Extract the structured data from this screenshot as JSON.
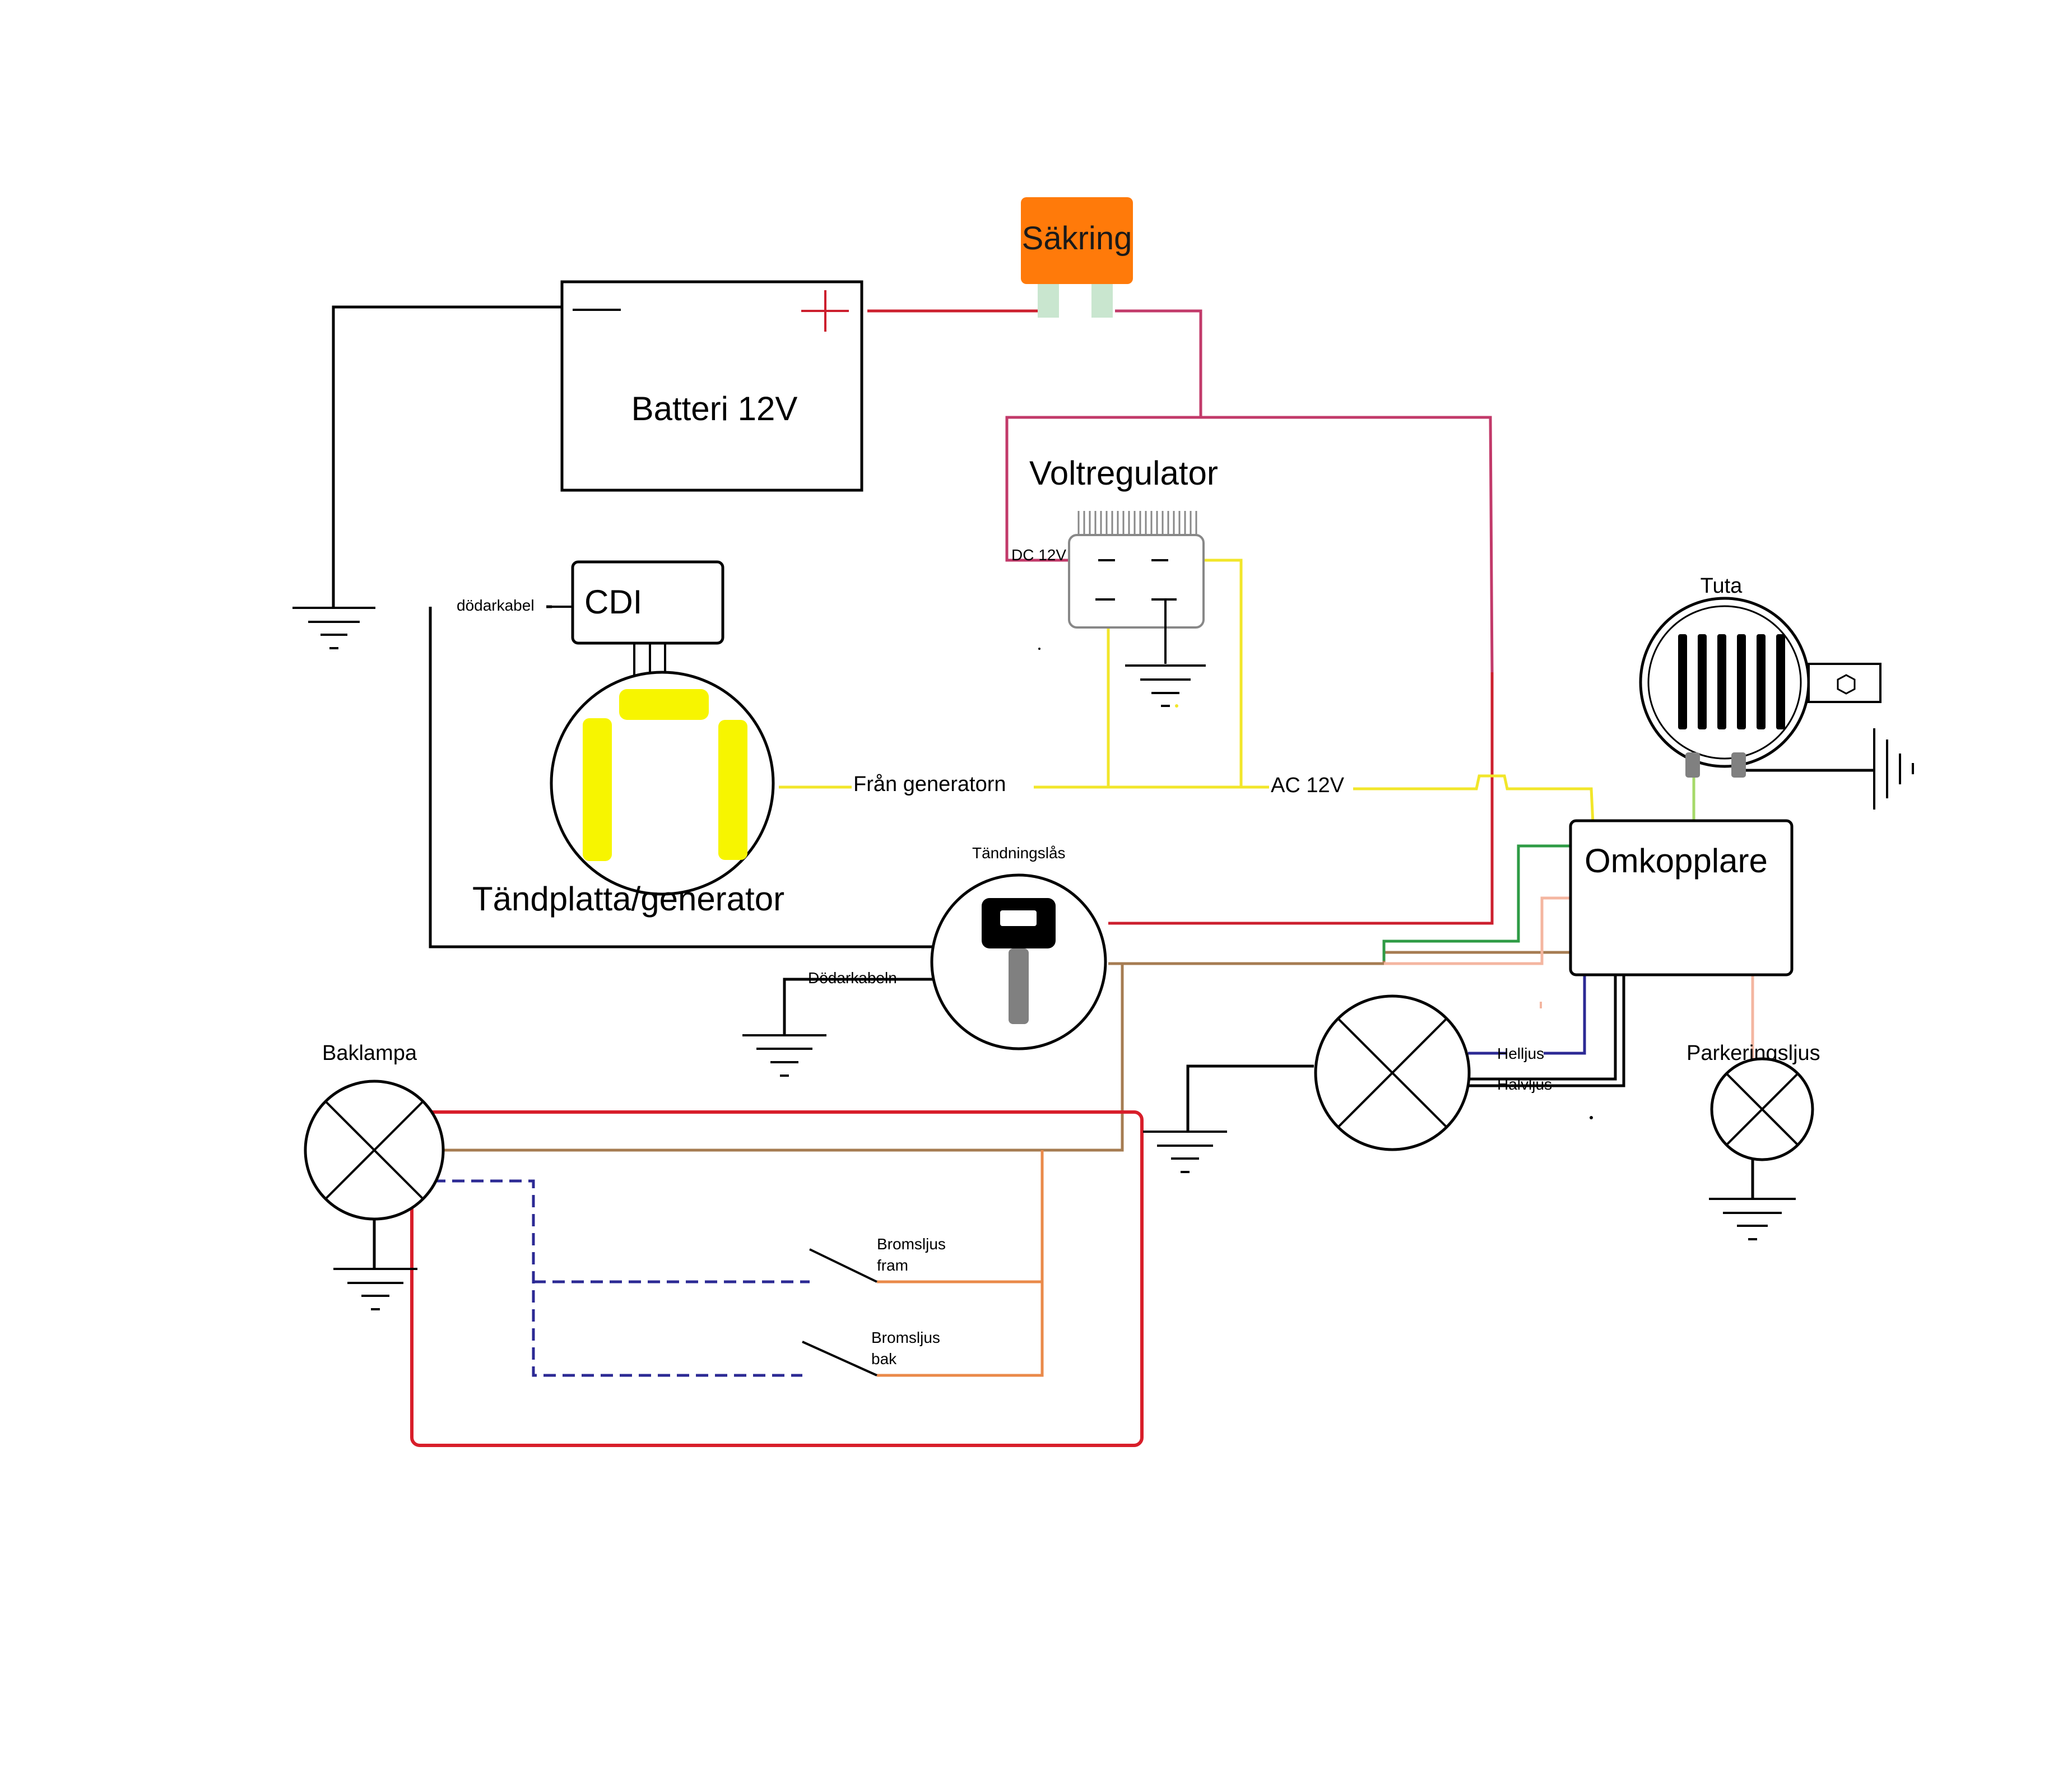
{
  "colors": {
    "battery_red": "#cc1f2e",
    "magenta": "#c23a6a",
    "yellow": "#f2e62a",
    "coil_yellow": "#f7f500",
    "brown": "#a67c52",
    "green": "#2e9b45",
    "peach": "#f4b6a0",
    "navy": "#2c2a94",
    "orange": "#ea8a4a",
    "loop_red": "#d81e2a",
    "fuse_orange": "#ff7a0a",
    "fuse_pin": "#c9e6cf",
    "lime": "#a6d96a"
  },
  "labels": {
    "fuse": "Säkring",
    "battery": "Batteri 12V",
    "battery_minus": "—",
    "battery_plus": "+",
    "regulator": "Voltregulator",
    "dc12": "DC 12V",
    "cdi": "CDI",
    "kill_wire_cdi": "dödarkabel",
    "generator": "Tändplatta/generator",
    "from_generator": "Från generatorn",
    "ac12": "AC 12V",
    "ignition": "Tändningslås",
    "kill_wire_key": "Dödarkabeln",
    "horn": "Tuta",
    "switch": "Omkopplare",
    "high_beam": "Helljus",
    "low_beam": "Halvljus",
    "parking": "Parkeringsljus",
    "tail": "Baklampa",
    "brake_front": [
      "Bromsljus",
      "fram"
    ],
    "brake_rear": [
      "Bromsljus",
      "bak"
    ]
  },
  "icons": [
    "ground-icon",
    "lamp-icon",
    "key-icon",
    "horn-icon",
    "switch-icon",
    "regulator-icon",
    "coil-icon"
  ]
}
